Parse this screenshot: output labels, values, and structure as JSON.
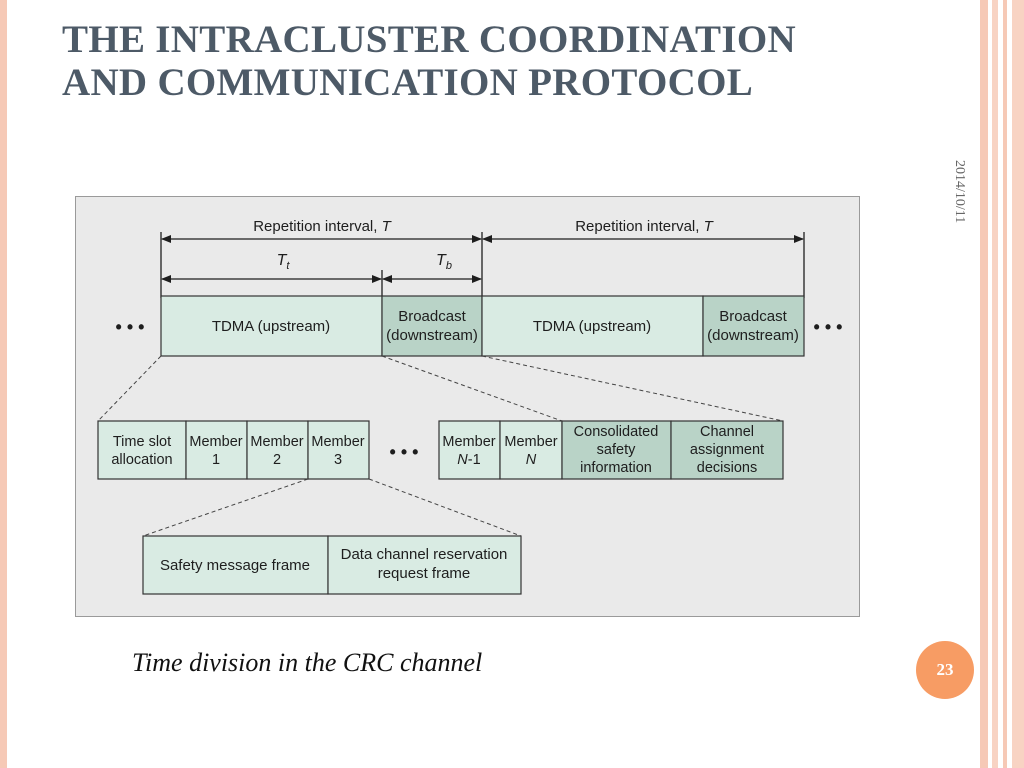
{
  "slide": {
    "title_line1": "THE INTRACLUSTER COORDINATION",
    "title_line2": "AND COMMUNICATION PROTOCOL",
    "date": "2014/10/11",
    "caption": "Time division in the CRC channel",
    "page_number": "23",
    "colors": {
      "accent": "#f79c64",
      "border": "#f6c9b6",
      "title": "#4d5a67",
      "cell_fill": "#d9ebe3",
      "cell_dark": "#b9d3c7"
    }
  },
  "diagram": {
    "repetition_interval_1": "Repetition interval, ",
    "repetition_interval_2": "Repetition interval, ",
    "interval_symbol": "T",
    "tt_symbol": "T",
    "tt_sub": "t",
    "tb_symbol": "T",
    "tb_sub": "b",
    "ellipsis": "• • •",
    "frame": {
      "tdma_1": "TDMA (upstream)",
      "broadcast_1_line1": "Broadcast",
      "broadcast_1_line2": "(downstream)",
      "tdma_2": "TDMA (upstream)",
      "broadcast_2_line1": "Broadcast",
      "broadcast_2_line2": "(downstream)"
    },
    "slots": {
      "time_slot_line1": "Time slot",
      "time_slot_line2": "allocation",
      "member_label": "Member",
      "member_1": "1",
      "member_2": "2",
      "member_3": "3",
      "member_n1_sym": "N",
      "member_n1_suffix": "-1",
      "member_n_sym": "N",
      "consolidated_line1": "Consolidated",
      "consolidated_line2": "safety",
      "consolidated_line3": "information",
      "channel_line1": "Channel",
      "channel_line2": "assignment",
      "channel_line3": "decisions"
    },
    "member_frame": {
      "safety_frame": "Safety message frame",
      "data_line1": "Data channel reservation",
      "data_line2": "request frame"
    }
  }
}
